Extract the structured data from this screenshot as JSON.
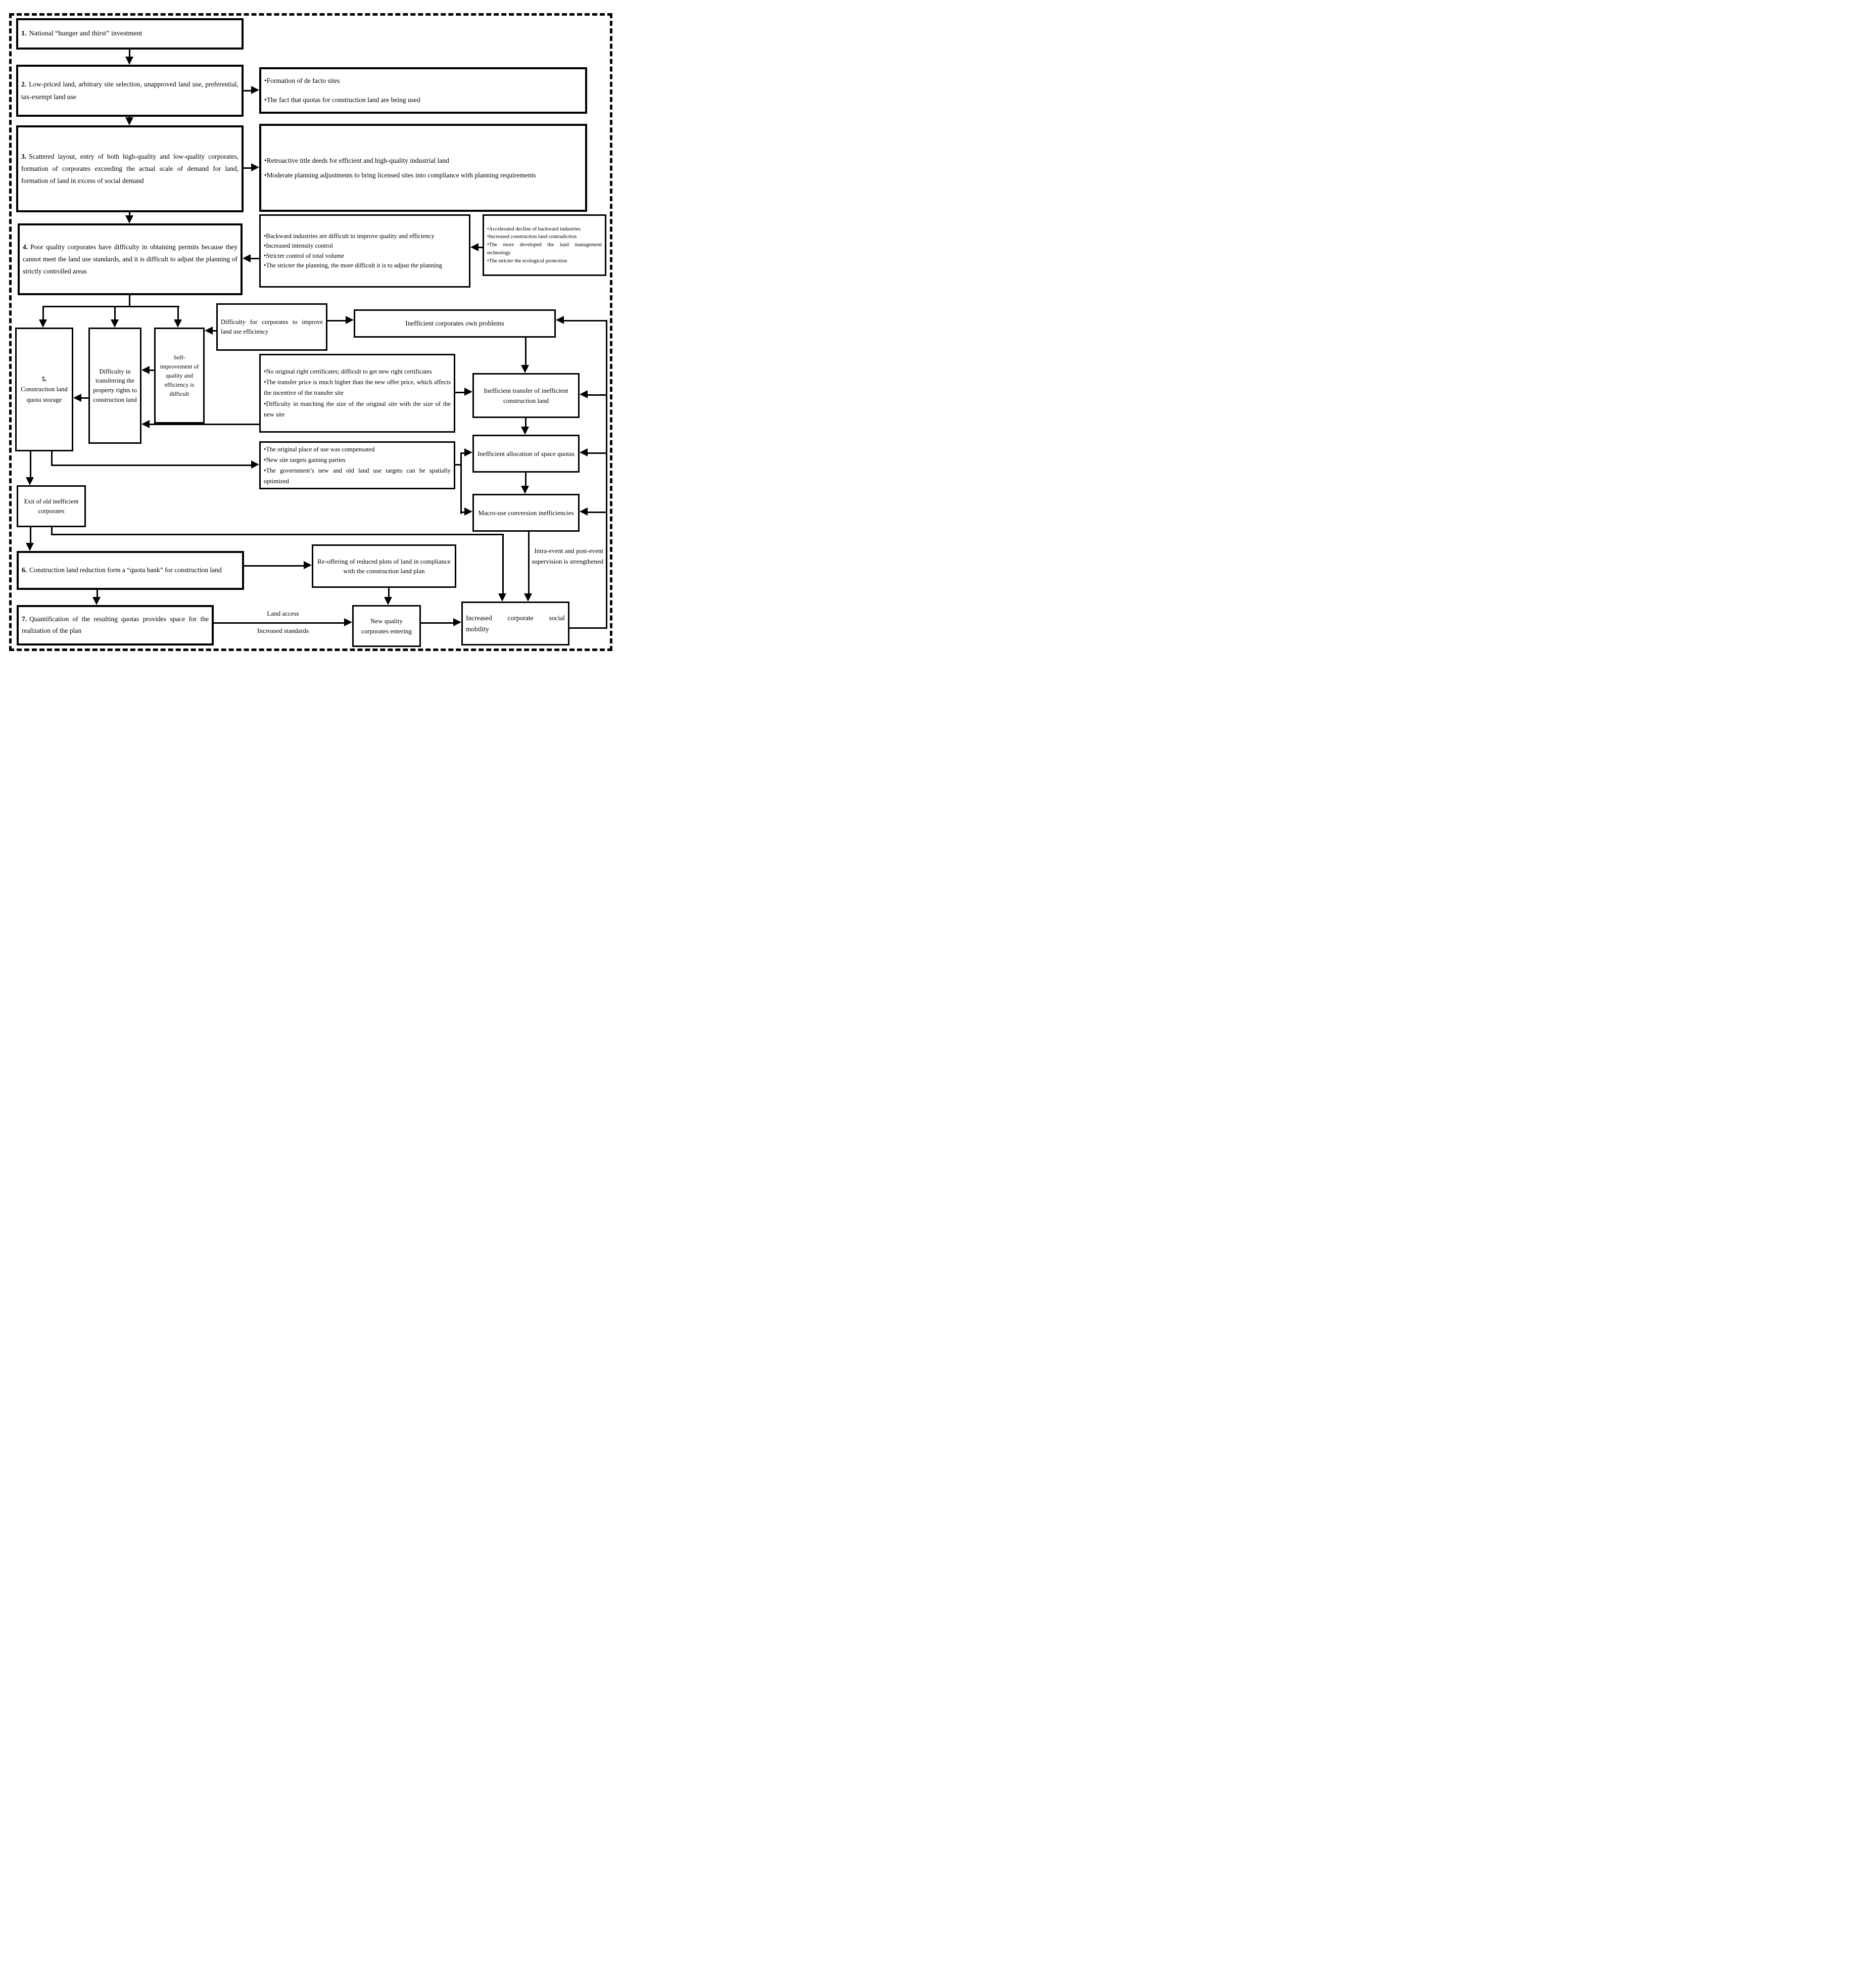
{
  "boxes": {
    "b1": {
      "num": "1.",
      "text": "National “hunger and thirst” investment"
    },
    "b2": {
      "num": "2.",
      "text": "Low-priced land, arbitrary site selection, unapproved land use, preferential, tax-exempt land use"
    },
    "b3": {
      "num": "3.",
      "text": "Scattered layout, entry of both high-quality and low-quality corporates, formation of corporates exceeding the actual scale of demand for land, formation of land in excess of social demand"
    },
    "b4": {
      "num": "4.",
      "text": "Poor quality corporates have difficulty in obtaining permits because they cannot meet the land use standards, and it is difficult to adjust the planning of strictly controlled areas"
    },
    "de_facto": {
      "bullets": [
        "•Formation of de facto sites",
        "•The fact that quotas for construction land are being used"
      ]
    },
    "retroactive": {
      "bullets": [
        "•Retroactive title deeds for efficient and high-quality industrial land",
        "•Moderate planning adjustments to bring licensed sites into compliance with planning requirements"
      ]
    },
    "backward": {
      "bullets": [
        "•Backward industries are difficult to improve quality and efficiency",
        "•Increased intensity control",
        "•Stricter control of total volume",
        "•The stricter the planning, the more difficult it is to adjust the planning"
      ]
    },
    "accelerated": {
      "bullets": [
        "•Accelerated decline of backward industries",
        "•Increased construction land contradiction",
        "•The more developed the land management technology",
        "•The stricter the ecological protection"
      ]
    },
    "b5": {
      "num": "5.",
      "text": "Construction land quota storage"
    },
    "diff_transfer": {
      "text": "Difficulty in transferring the property rights to construction land"
    },
    "self_improvement": {
      "text": "Self-improvement of quality and efficiency is difficult"
    },
    "diff_corporates": {
      "text": "Difficulty for corporates to improve land use efficiency"
    },
    "inefficient_own": {
      "text": "Inefficient corporates own problems"
    },
    "certificates": {
      "bullets": [
        "•No original right certificates; difficult to get new right certificates",
        "•The transfer price is much higher than the new offer price, which affects the incentive of the transfer site",
        "•Difficulty in matching the size of the original site with the size of the new site"
      ]
    },
    "inefficient_transfer": {
      "text": "Inefficient transfer of inefficient construction land"
    },
    "compensated": {
      "bullets": [
        "•The original place of use was compensated",
        "•New site targets gaining parties",
        "•The government’s new and old land use targets can be spatially optimized"
      ]
    },
    "inefficient_allocation": {
      "text": "Inefficient allocation of space quotas"
    },
    "macro_use": {
      "text": "Macro-use conversion inefficiencies"
    },
    "exit_old": {
      "text": "Exit of old inefficient corporates"
    },
    "b6": {
      "num": "6.",
      "text": "Construction land reduction form a “quota bank” for construction land"
    },
    "b7": {
      "num": "7.",
      "text": "Quantification of the resulting quotas provides space for the realization of the plan"
    },
    "re_offering": {
      "text": "Re-offering of reduced plots of land in compliance with the construction land plan"
    },
    "new_quality": {
      "text": "New quality corporates entering"
    },
    "mobility": {
      "text": "Increased corporate social mobility"
    }
  },
  "labels": {
    "land_access": "Land access",
    "increased_standards": "Increased standards",
    "supervision": "Intra-event and post-event supervision is strengthened"
  }
}
